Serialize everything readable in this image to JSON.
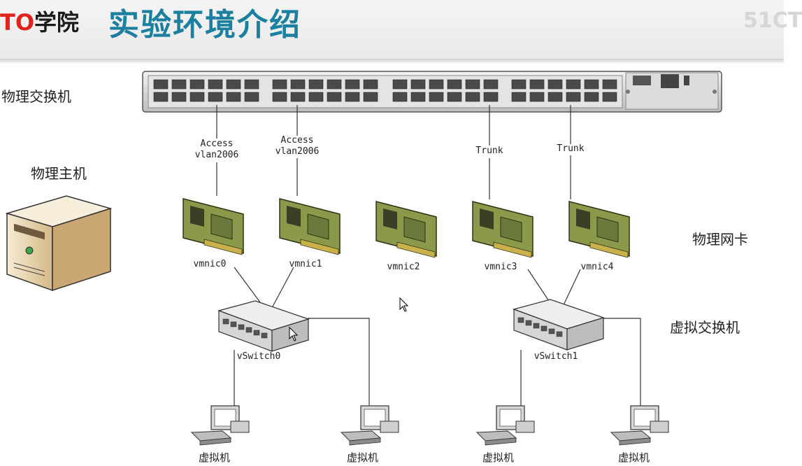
{
  "header": {
    "brand_red": "TO",
    "brand_dark": "学院",
    "title": "实验环境介绍",
    "watermark": "51CT"
  },
  "labels": {
    "physical_switch": "物理交换机",
    "physical_host": "物理主机",
    "physical_nic": "物理网卡",
    "virtual_switch": "虚拟交换机"
  },
  "links": [
    {
      "mode": "Access",
      "vlan": "vlan2006"
    },
    {
      "mode": "Access",
      "vlan": "vlan2006"
    },
    {
      "mode": "Trunk"
    },
    {
      "mode": "Trunk"
    }
  ],
  "nics": [
    "vmnic0",
    "vmnic1",
    "vmnic2",
    "vmnic3",
    "vmnic4"
  ],
  "vswitches": [
    "vSwitch0",
    "vSwitch1"
  ],
  "vms": [
    "虚拟机",
    "虚拟机",
    "虚拟机",
    "虚拟机"
  ],
  "colors": {
    "title": "#1b7fa0",
    "brand_red": "#e0231b",
    "nic_board": "#8a9a4a"
  }
}
